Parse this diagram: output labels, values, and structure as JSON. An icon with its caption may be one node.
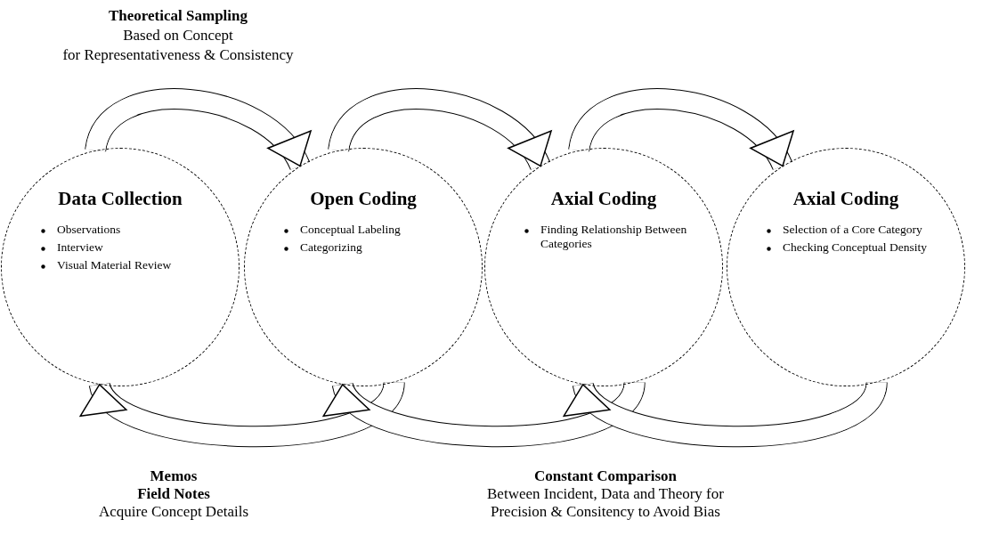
{
  "diagram": {
    "nodes": [
      {
        "text": [
          "Data Collection",
          "Observations",
          "Interview",
          "Visual Material Review"
        ]
      },
      {
        "text": [
          "Open Coding",
          "Conceptual Labeling",
          "Categorizing"
        ]
      },
      {
        "text": [
          "Axial Coding",
          "Finding Relationship Between Categories"
        ]
      },
      {
        "text": [
          "Axial Coding",
          "Selection of a Core Category",
          "Checking Conceptual Density"
        ]
      }
    ],
    "edges": [
      {
        "from": 0,
        "to": 1,
        "arrow": "to"
      },
      {
        "from": 1,
        "to": 2,
        "arrow": "to"
      },
      {
        "from": 2,
        "to": 3,
        "arrow": "to"
      },
      {
        "from": 1,
        "to": 0,
        "arrow": "to"
      },
      {
        "from": 2,
        "to": 1,
        "arrow": "to"
      },
      {
        "from": 3,
        "to": 2,
        "arrow": "to"
      }
    ],
    "labels": [
      "Theoretical Sampling",
      "Based on Concept",
      "for Representativeness & Consistency",
      "Memos",
      "Field Notes",
      "Acquire Concept Details",
      "Constant Comparison",
      "Between Incident, Data and Theory for Precision & Consitency to Avoid Bias"
    ]
  }
}
